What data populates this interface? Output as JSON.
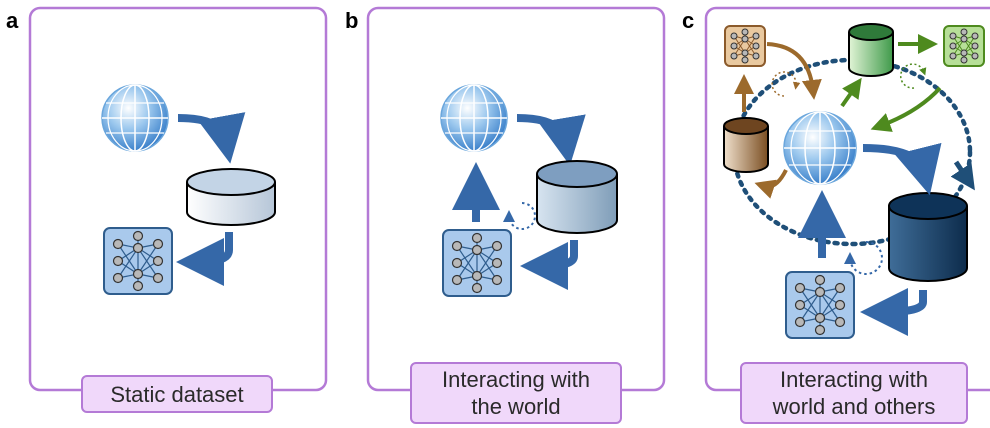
{
  "panels": [
    {
      "letter": "a",
      "caption_lines": [
        "Static dataset"
      ]
    },
    {
      "letter": "b",
      "caption_lines": [
        "Interacting with",
        "the world"
      ]
    },
    {
      "letter": "c",
      "caption_lines": [
        "Interacting with",
        "world and others"
      ]
    }
  ],
  "colors": {
    "panel_border": "#b47ad6",
    "caption_fill": "#f0d8fa",
    "blue_arrow": "#3568a8",
    "brown_arrow": "#9c6a2c",
    "green_arrow": "#4e8a1e",
    "dotted_ring": "#1f4f78"
  }
}
